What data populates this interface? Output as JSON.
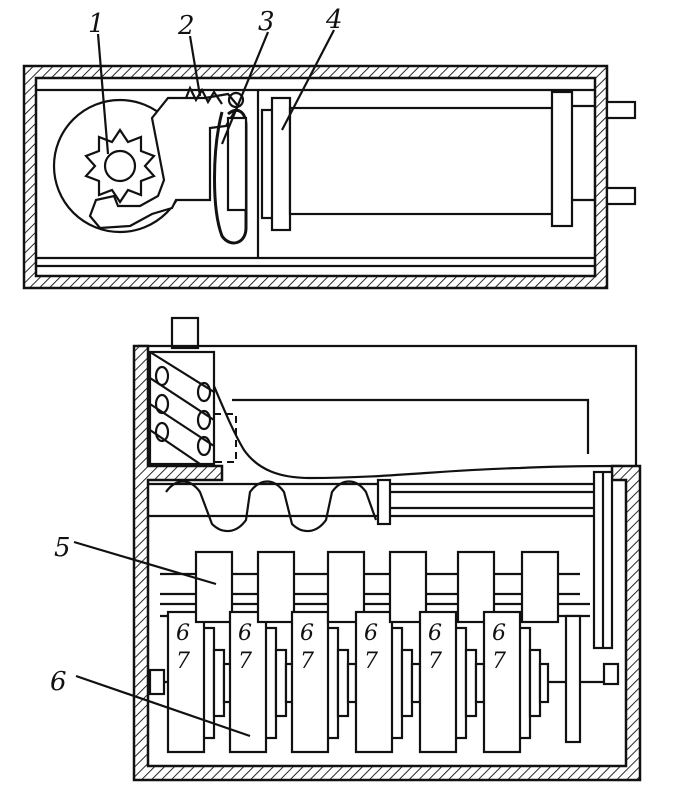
{
  "figure": {
    "top_view_labels": [
      "1",
      "2",
      "3",
      "4"
    ],
    "front_view_labels": [
      "5",
      "6"
    ],
    "wheel_digits": [
      {
        "upper": "6",
        "lower": "7"
      },
      {
        "upper": "6",
        "lower": "7"
      },
      {
        "upper": "6",
        "lower": "7"
      },
      {
        "upper": "6",
        "lower": "7"
      },
      {
        "upper": "6",
        "lower": "7"
      },
      {
        "upper": "6",
        "lower": "7"
      }
    ]
  }
}
